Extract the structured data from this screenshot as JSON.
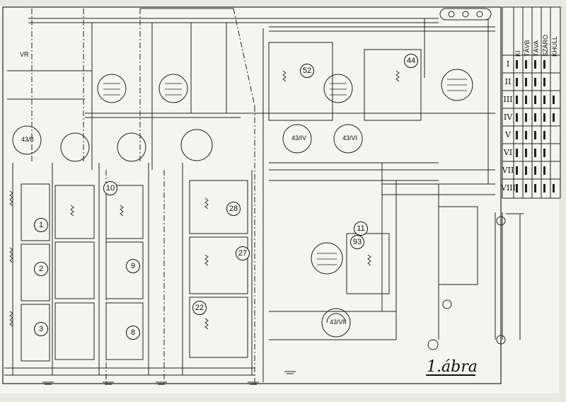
{
  "caption": "1.ábra",
  "switch_table": {
    "columns": [
      "KI",
      "TÁVB",
      "TÁVA",
      "SZÁRO",
      "KHULL"
    ],
    "rows": [
      "I",
      "II",
      "III",
      "IV",
      "V",
      "VI",
      "VII",
      "VIII"
    ]
  },
  "tube_labels": [
    "43/II",
    "43/IV",
    "43/VI",
    "43/VII",
    "VR"
  ],
  "coil_numbers": [
    "1",
    "2",
    "3",
    "8",
    "9",
    "10",
    "22",
    "27",
    "28",
    "44",
    "52",
    "93",
    "11"
  ]
}
